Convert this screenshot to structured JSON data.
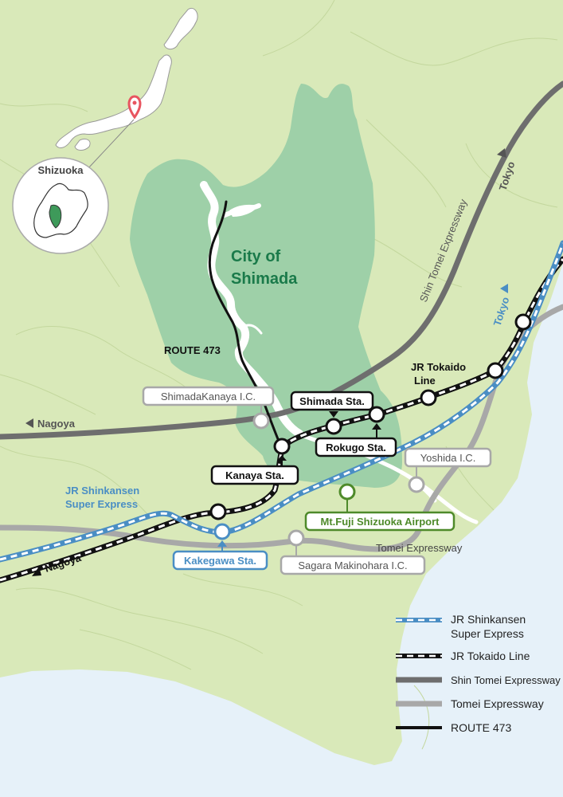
{
  "colors": {
    "sea": "#e6f1f9",
    "land": "#d9e9b9",
    "shimada": "#9ed0a8",
    "river": "#ffffff",
    "shinkansen": "#4a8ec4",
    "tokaido": "#111111",
    "shin_tomei": "#6e6e6e",
    "tomei": "#a8a8a8",
    "route473": "#111111",
    "airport": "#4e8a2a",
    "marker": "#e85560"
  },
  "inset": {
    "region_label": "Shizuoka"
  },
  "area": {
    "city_label_line1": "City of",
    "city_label_line2": "Shimada"
  },
  "labels": {
    "route_473": "ROUTE 473",
    "shin_tomei_expressway": "Shin Tomei Expressway",
    "tomei_expressway": "Tomei Expressway",
    "jr_tokaido_line_1": "JR Tokaido",
    "jr_tokaido_line_2": "Line",
    "jr_shinkansen_1": "JR Shinkansen",
    "jr_shinkansen_2": "Super Express",
    "tokyo_top": "Tokyo",
    "tokyo_rail": "Tokyo",
    "nagoya_left": "Nagoya",
    "nagoya_bottom": "Nagoya"
  },
  "places": {
    "shimadakanaya_ic": "ShimadaKanaya I.C.",
    "shimada_sta": "Shimada Sta.",
    "rokugo_sta": "Rokugo Sta.",
    "kanaya_sta": "Kanaya Sta.",
    "yoshida_ic": "Yoshida I.C.",
    "airport": "Mt.Fuji Shizuoka Airport",
    "kakegawa_sta": "Kakegawa Sta.",
    "sagara_makinohara_ic": "Sagara Makinohara I.C."
  },
  "legend": [
    {
      "kind": "shinkansen",
      "label_1": "JR Shinkansen",
      "label_2": "Super Express"
    },
    {
      "kind": "tokaido",
      "label_1": "JR Tokaido Line"
    },
    {
      "kind": "shin_tomei",
      "label_1": "Shin Tomei Expressway"
    },
    {
      "kind": "tomei",
      "label_1": "Tomei Expressway"
    },
    {
      "kind": "route473",
      "label_1": "ROUTE 473"
    }
  ]
}
